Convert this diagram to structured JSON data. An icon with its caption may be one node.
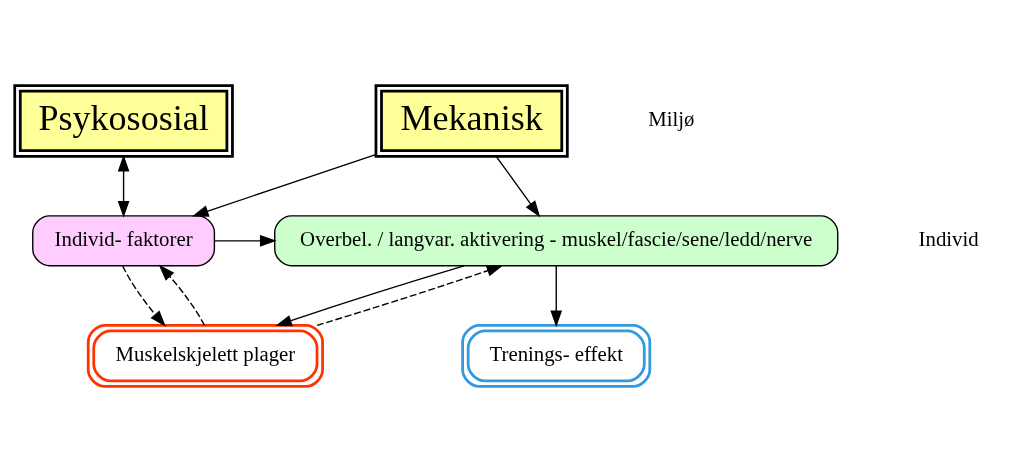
{
  "diagram": {
    "nodes": [
      {
        "text": [
          "Mekanisk"
        ]
      },
      {
        "text": [
          "Psykososial"
        ]
      },
      {
        "text": [
          "Overbel. / langvar. aktivering - muskel/fascie/sene/ledd/nerve"
        ]
      },
      {
        "text": [
          "Individ- faktorer"
        ]
      },
      {
        "text": [
          "Trenings- effekt"
        ]
      },
      {
        "text": [
          "Muskelskjelett plager"
        ]
      }
    ],
    "edges": [
      {
        "from": 0,
        "to": 2,
        "arrow": "to"
      },
      {
        "from": 0,
        "to": 3,
        "arrow": "to"
      },
      {
        "from": 1,
        "to": 3,
        "arrow": "both"
      },
      {
        "from": 3,
        "to": 2,
        "arrow": "to"
      },
      {
        "from": 2,
        "to": 4,
        "arrow": "to"
      },
      {
        "from": 2,
        "to": 5,
        "arrow": "to"
      },
      {
        "from": 5,
        "to": 2,
        "arrow": "to",
        "style": "dashed"
      },
      {
        "from": 5,
        "to": 3,
        "arrow": "to",
        "style": "dashed"
      },
      {
        "from": 3,
        "to": 5,
        "arrow": "to",
        "style": "dashed"
      }
    ],
    "labels": [
      "Miljø",
      "Individ"
    ]
  }
}
